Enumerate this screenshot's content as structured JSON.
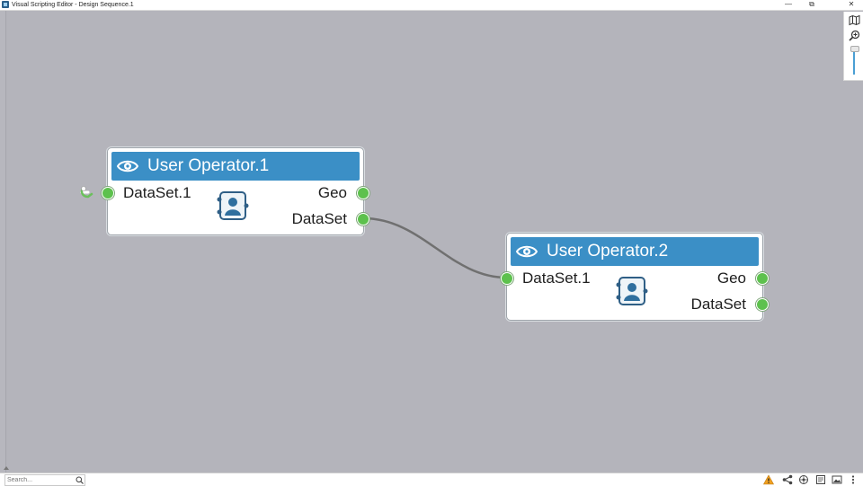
{
  "window": {
    "title": "Visual Scripting Editor - Design Sequence.1",
    "minimize_glyph": "—",
    "restore_glyph": "⧉",
    "close_glyph": "✕"
  },
  "nodes": [
    {
      "title": "User Operator.1",
      "inputs": [
        "DataSet.1"
      ],
      "outputs": [
        "Geo",
        "DataSet"
      ]
    },
    {
      "title": "User Operator.2",
      "inputs": [
        "DataSet.1"
      ],
      "outputs": [
        "Geo",
        "DataSet"
      ]
    }
  ],
  "colors": {
    "header": "#3b8fc6",
    "port": "#5dc14d",
    "wire": "#707070",
    "canvas": "#b4b4bb"
  },
  "search": {
    "placeholder": "Search..."
  },
  "icons": {
    "toolpanel": [
      "map-icon",
      "zoom-icon"
    ],
    "status": [
      "warning-icon",
      "share-icon",
      "network-icon",
      "document-icon",
      "image-icon",
      "more-icon"
    ]
  }
}
